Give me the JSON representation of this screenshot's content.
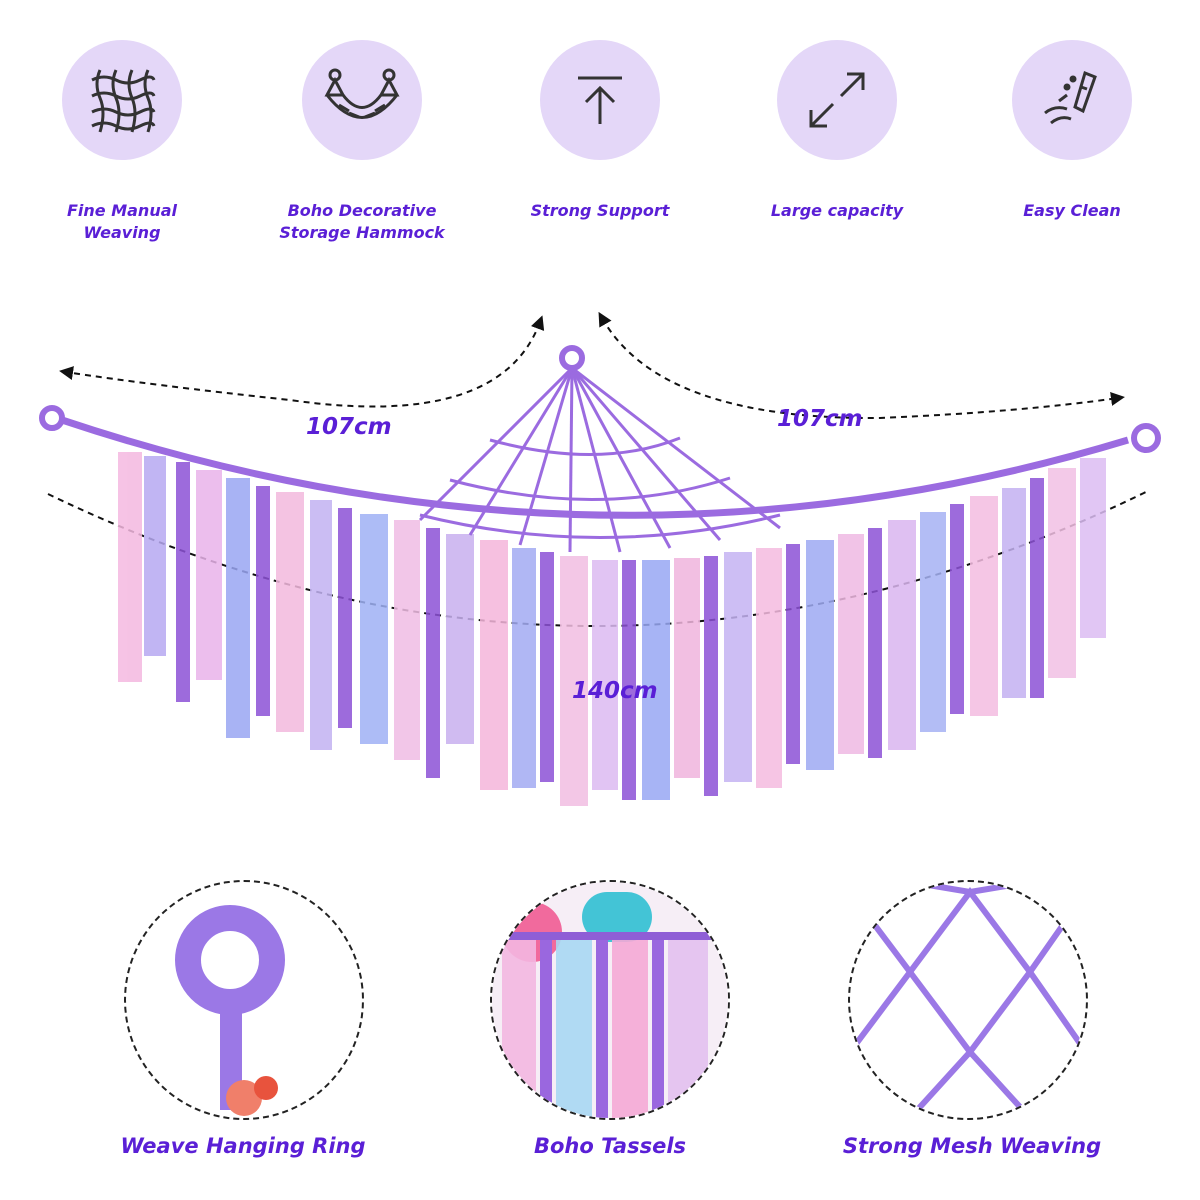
{
  "features": [
    {
      "label": "Fine Manual\nWeaving",
      "icon": "weave-grid-icon"
    },
    {
      "label": "Boho Decorative\nStorage Hammock",
      "icon": "hammock-icon"
    },
    {
      "label": "Strong Support",
      "icon": "arrow-up-icon"
    },
    {
      "label": "Large capacity",
      "icon": "expand-arrows-icon"
    },
    {
      "label": "Easy Clean",
      "icon": "spray-icon"
    }
  ],
  "dimensions": {
    "left": "107cm",
    "right": "107cm",
    "bottom": "140cm"
  },
  "details": [
    {
      "label": "Weave Hanging Ring",
      "icon": "hanging-ring-icon"
    },
    {
      "label": "Boho Tassels",
      "icon": "tassels-icon"
    },
    {
      "label": "Strong Mesh Weaving",
      "icon": "mesh-icon"
    }
  ],
  "colors": {
    "accent": "#5a1fd6",
    "icon_bg": "#e4d7f8",
    "rope": "#9b6be0"
  }
}
